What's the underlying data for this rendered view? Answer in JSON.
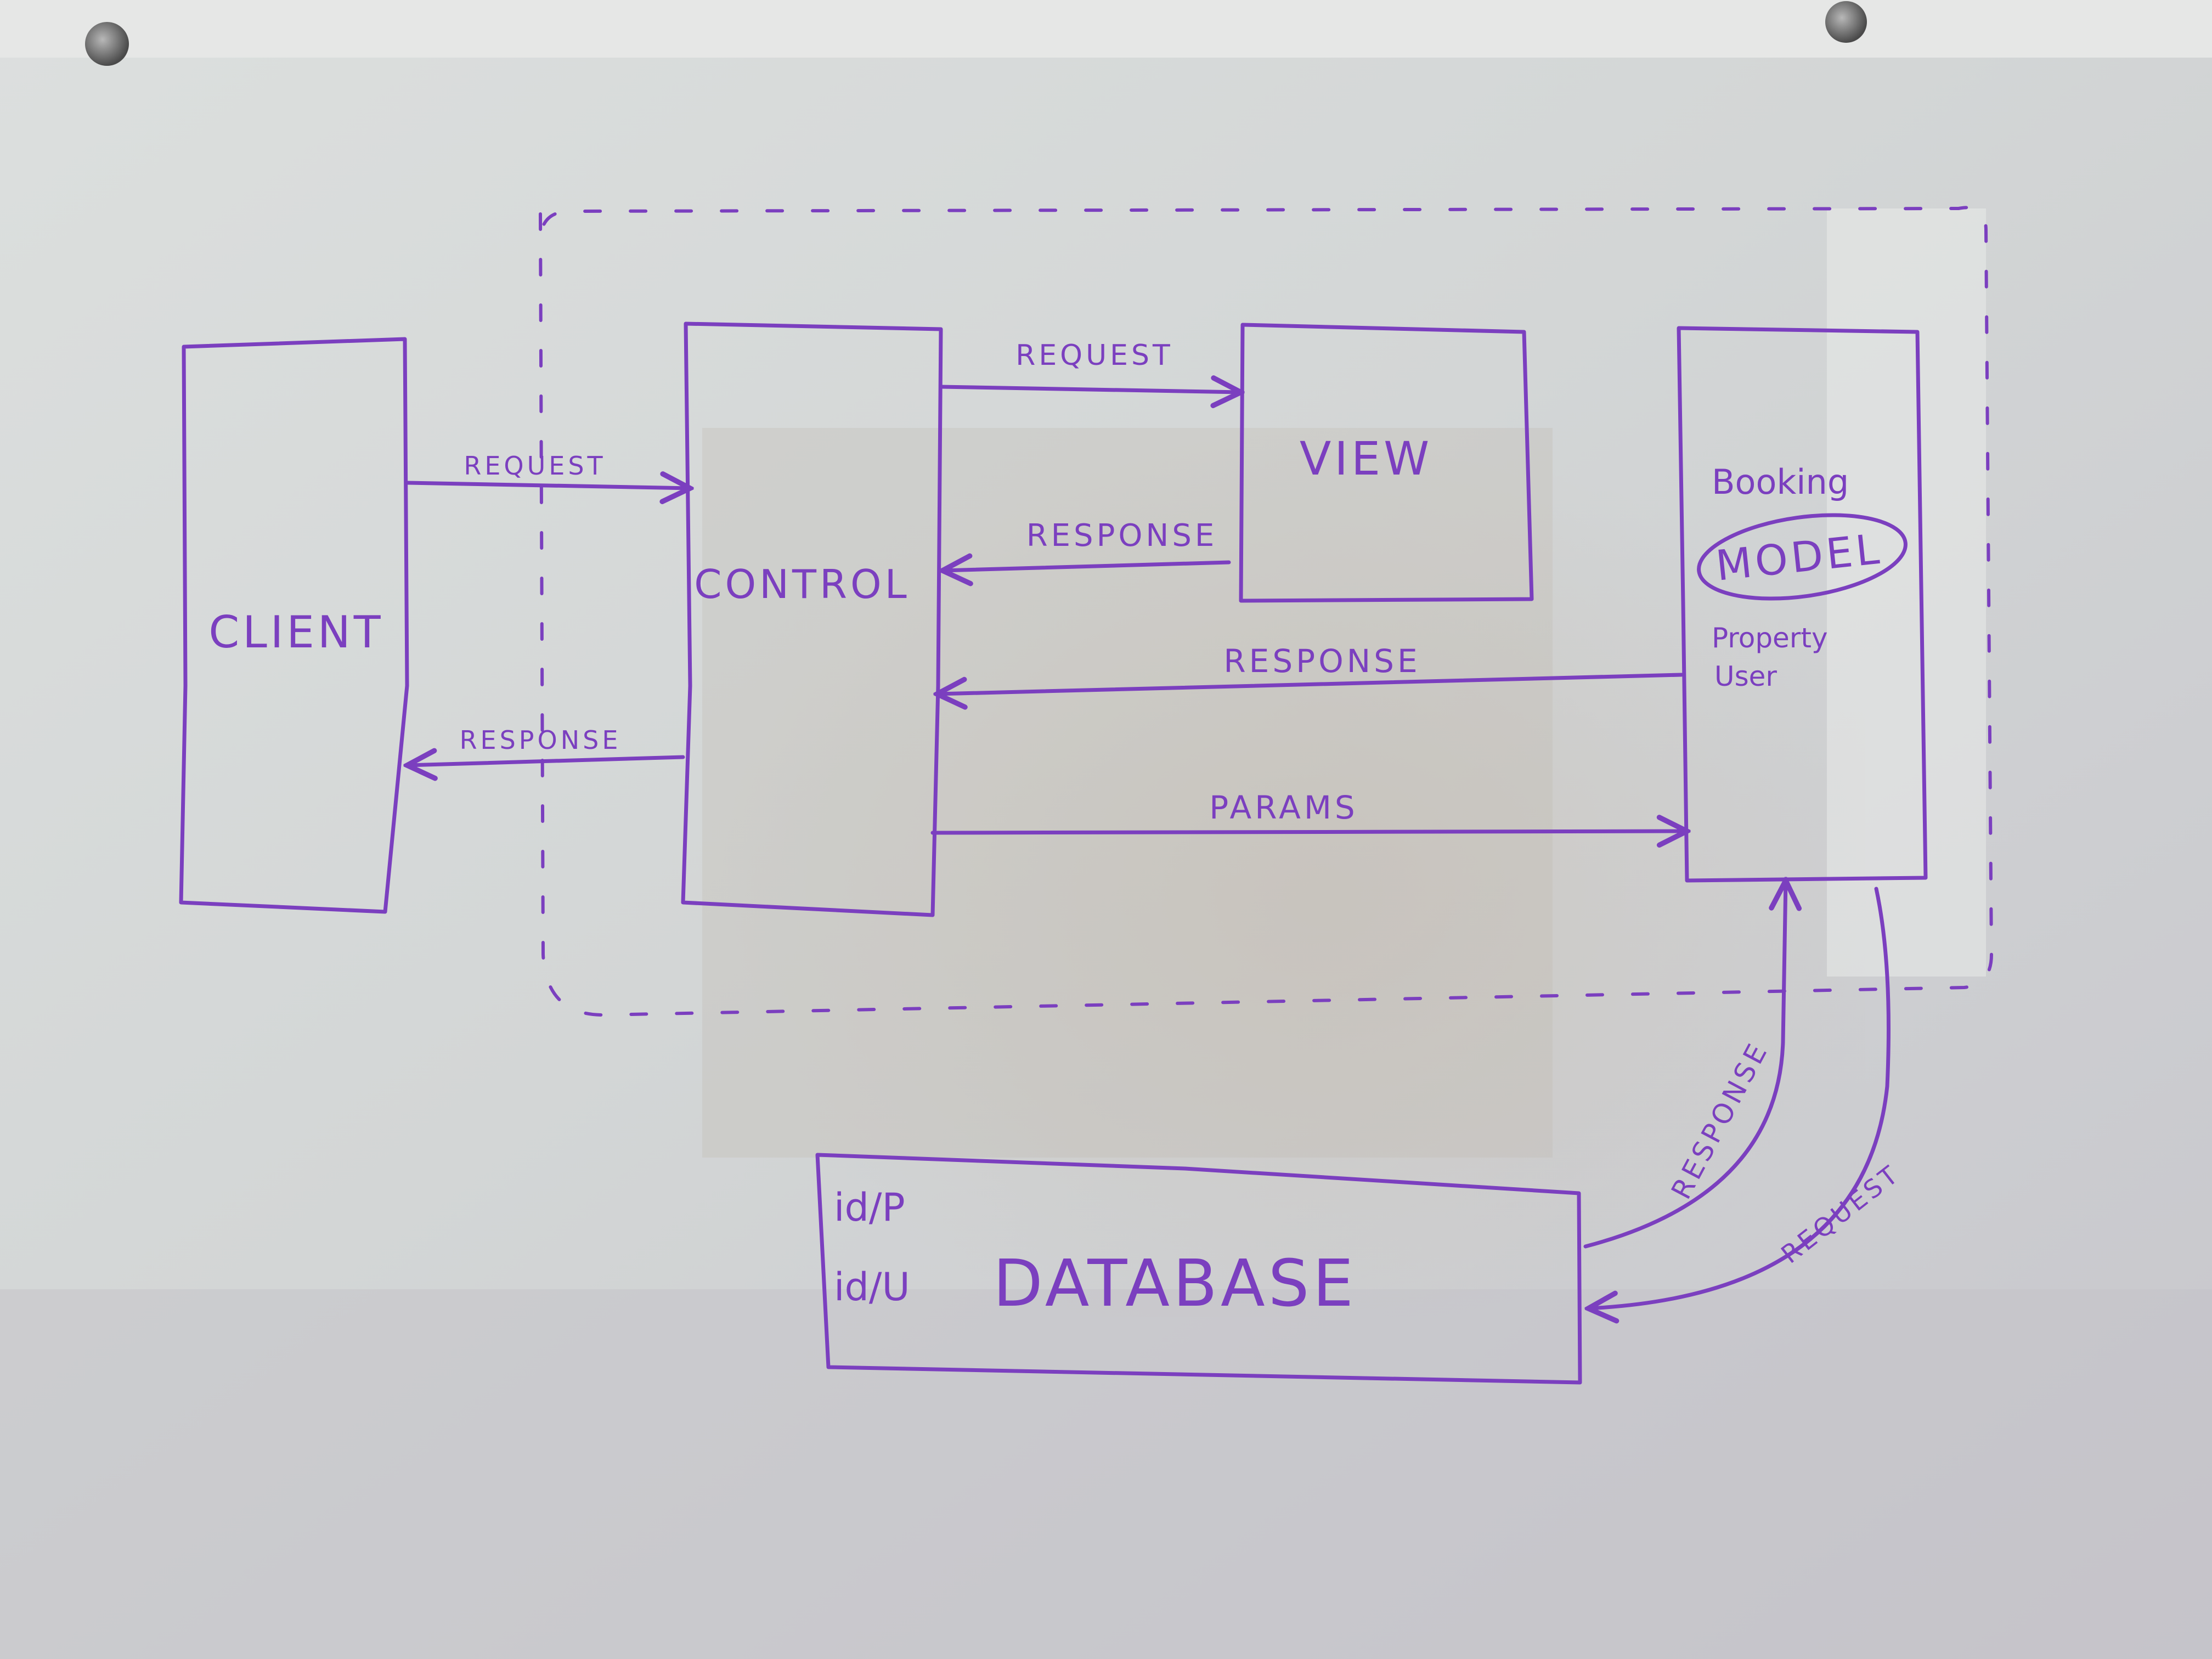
{
  "diagram": {
    "nodes": {
      "client": "CLIENT",
      "control": "CONTROL",
      "view": "VIEW",
      "model": "MODEL",
      "database": "DATABASE"
    },
    "model_entities": [
      "Booking",
      "Property",
      "User"
    ],
    "database_keys": [
      "id/P",
      "id/U"
    ],
    "edges": {
      "client_to_control": "REQUEST",
      "control_to_client": "RESPONSE",
      "control_to_view": "REQUEST",
      "view_to_control": "RESPONSE",
      "model_to_control": "RESPONSE",
      "control_to_model": "PARAMS",
      "database_to_model": "RESPONSE",
      "model_to_database": "REQUEST"
    }
  },
  "colors": {
    "marker": "#7b3fbf",
    "board": "#d7dad9"
  }
}
